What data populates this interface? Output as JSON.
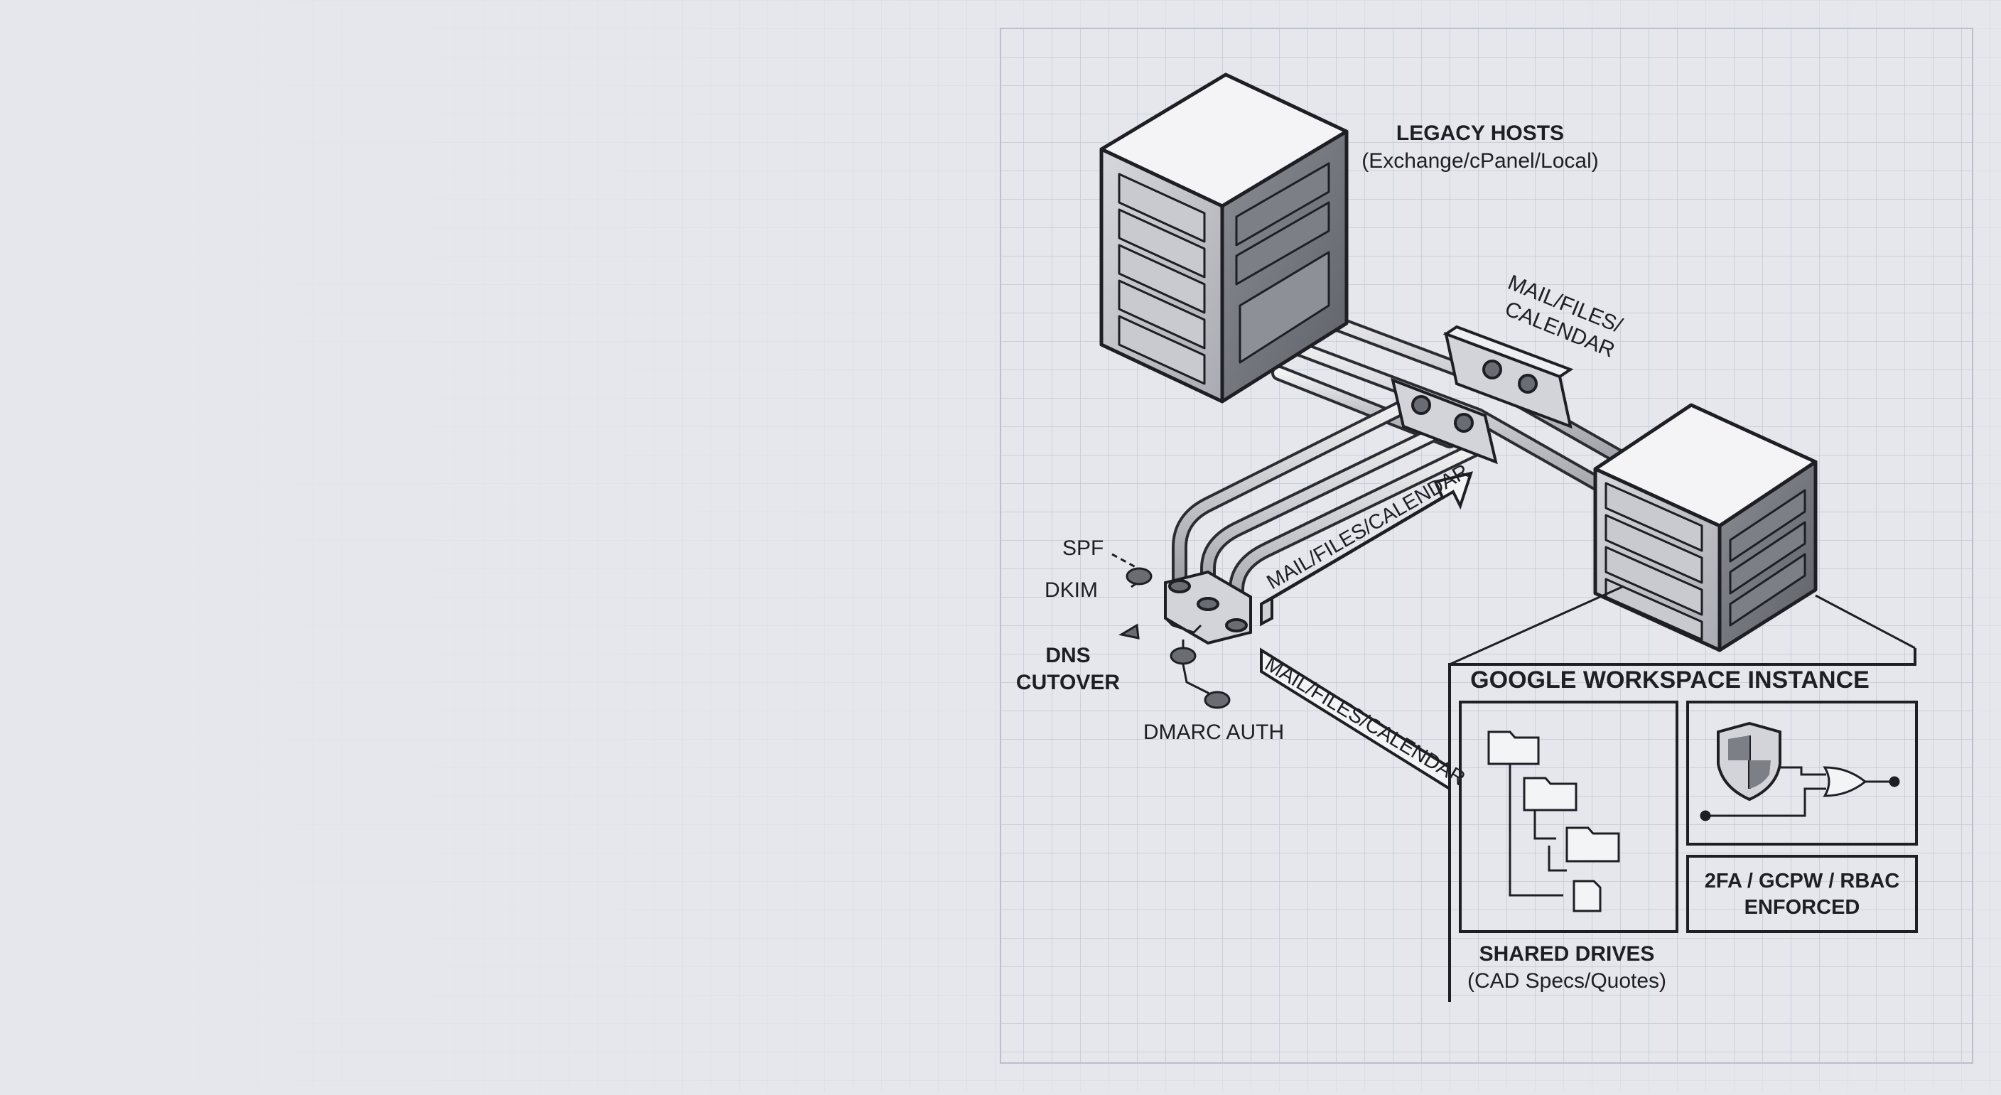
{
  "legacy": {
    "title": "LEGACY HOSTS",
    "subtitle": "(Exchange/cPanel/Local)"
  },
  "flows": {
    "top_label_line1": "MAIL/FILES/",
    "top_label_line2": "CALENDAR",
    "arrow_label": "MAIL/FILES/CALENDAR",
    "band_label": "MAIL/FILES/CALENDAR"
  },
  "dns": {
    "spf": "SPF",
    "dkim": "DKIM",
    "cutover_line1": "DNS",
    "cutover_line2": "CUTOVER",
    "dmarc": "DMARC AUTH"
  },
  "workspace": {
    "title": "GOOGLE WORKSPACE INSTANCE",
    "drives_title": "SHARED DRIVES",
    "drives_subtitle": "(CAD Specs/Quotes)",
    "security_line1": "2FA / GCPW / RBAC",
    "security_line2": "ENFORCED"
  },
  "colors": {
    "background": "#e5e7ed",
    "grid": "#c4c9d6",
    "ink": "#1d1f24",
    "metal_light": "#e9eaee",
    "metal_mid": "#9a9ca3",
    "metal_dark": "#5d5f66"
  }
}
